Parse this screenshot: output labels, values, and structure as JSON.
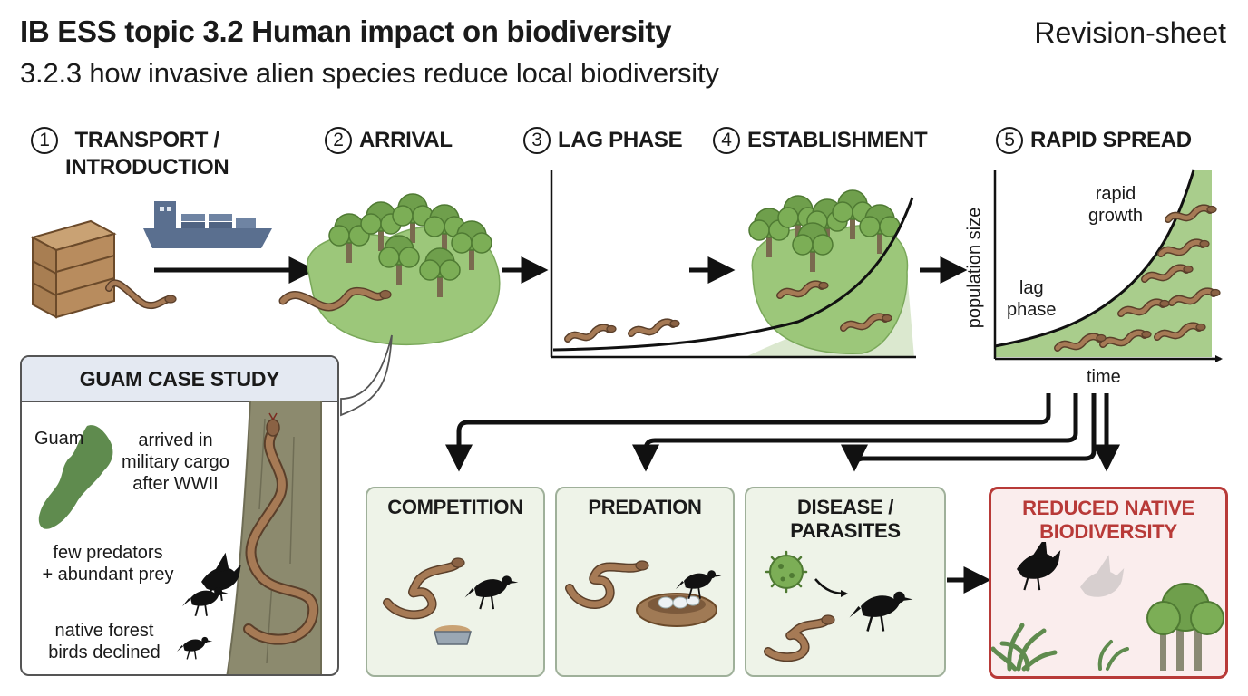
{
  "header": {
    "title": "IB ESS topic 3.2 Human impact on biodiversity",
    "subtitle": "3.2.3 how invasive alien species reduce local biodiversity",
    "sheet_label": "Revision-sheet"
  },
  "steps": [
    {
      "number": "1",
      "label_line1": "TRANSPORT /",
      "label_line2": "INTRODUCTION"
    },
    {
      "number": "2",
      "label": "ARRIVAL"
    },
    {
      "number": "3",
      "label": "LAG PHASE"
    },
    {
      "number": "4",
      "label": "ESTABLISHMENT"
    },
    {
      "number": "5",
      "label": "RAPID SPREAD"
    }
  ],
  "graph": {
    "ylabel": "population size",
    "xlabel": "time",
    "annotation_lag_line1": "lag",
    "annotation_lag_line2": "phase",
    "annotation_rapid_line1": "rapid",
    "annotation_rapid_line2": "growth"
  },
  "case_study": {
    "title": "GUAM CASE STUDY",
    "map_label": "Guam",
    "note1_lines": [
      "arrived in",
      "military cargo",
      "after WWII"
    ],
    "note2_lines": [
      "few predators",
      "+ abundant prey"
    ],
    "note3_lines": [
      "native forest",
      "birds declined"
    ]
  },
  "effects": [
    {
      "title": "COMPETITION"
    },
    {
      "title": "PREDATION"
    },
    {
      "title_line1": "DISEASE /",
      "title_line2": "PARASITES"
    }
  ],
  "outcome": {
    "title_line1": "REDUCED NATIVE",
    "title_line2": "BIODIVERSITY"
  },
  "colors": {
    "accent_red": "#b83a38",
    "forest_green": "#6f9f4c",
    "land_green": "#9cc77a",
    "snake_brown": "#8a6244",
    "ship_blue": "#5a6f8f",
    "guam_map_green": "#5f8b4e",
    "effect_box_bg": "#eef3e8"
  },
  "icons": [
    "crate-icon",
    "cargo-ship-icon",
    "brown-tree-snake-icon",
    "forest-island-icon",
    "bird-icon",
    "food-bowl-icon",
    "nest-eggs-icon",
    "virus-icon",
    "plant-icon",
    "tree-icon"
  ]
}
